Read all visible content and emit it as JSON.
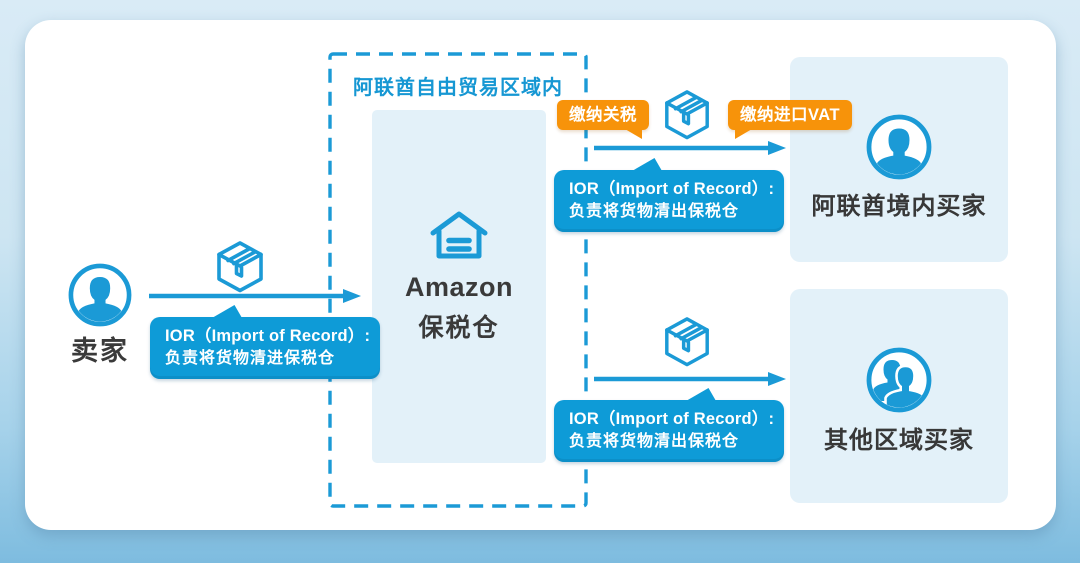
{
  "colors": {
    "brand_blue": "#1B9AD6",
    "bubble_blue": "#0E9BD7",
    "badge_orange": "#F7930A",
    "panel_blue": "#E3F1F9",
    "text_dark": "#3A3A3A",
    "ftz_title_blue": "#1697D3",
    "bg_top": "#D9EBF6",
    "bg_bottom": "#7EBCDF"
  },
  "ftz": {
    "title": "阿联酋自由贸易区域内"
  },
  "seller": {
    "label": "卖家",
    "icon": "person-icon"
  },
  "warehouse": {
    "name": "Amazon",
    "label": "保税仓",
    "icon": "warehouse-icon"
  },
  "inbound_flow": {
    "icon": "package-icon",
    "ior": {
      "line1": "IOR（Import of Record）:",
      "line2": "负责将货物清进保税仓"
    }
  },
  "domestic_flow": {
    "icon": "package-icon",
    "duty_badge": "缴纳关税",
    "vat_badge": "缴纳进口VAT",
    "ior": {
      "line1": "IOR（Import of Record）:",
      "line2": "负责将货物清出保税仓"
    }
  },
  "other_flow": {
    "icon": "package-icon",
    "ior": {
      "line1": "IOR（Import of Record）:",
      "line2": "负责将货物清出保税仓"
    }
  },
  "buyers": {
    "domestic": {
      "label": "阿联酋境内买家",
      "icon": "person-icon"
    },
    "other": {
      "label": "其他区域买家",
      "icon": "people-icon"
    }
  }
}
